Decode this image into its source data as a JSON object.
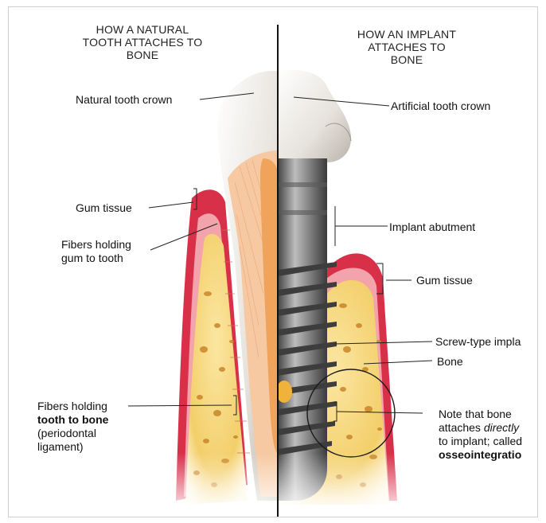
{
  "headers": {
    "left": [
      "HOW A NATURAL",
      "TOOTH ATTACHES TO",
      "BONE"
    ],
    "right": [
      "HOW AN IMPLANT",
      "ATTACHES TO",
      "BONE"
    ]
  },
  "labels": {
    "natural_crown": "Natural tooth crown",
    "gum_tissue_left": "Gum tissue",
    "fibers_gum": [
      "Fibers holding",
      "gum to tooth"
    ],
    "fibers_bone": [
      "Fibers holding",
      "tooth to bone",
      "(periodontal",
      "ligament)"
    ],
    "artificial_crown": "Artificial tooth crown",
    "implant_abutment": "Implant abutment",
    "gum_tissue_right": "Gum tissue",
    "screw_implant": "Screw-type impla",
    "bone": "Bone",
    "note": {
      "line1": "Note that bone",
      "line2_pre": "attaches ",
      "line2_em": "directly",
      "line3": "to implant; called",
      "line4": "osseointegratio"
    }
  },
  "colors": {
    "gum": "#d9304a",
    "bone": "#f3cf6a",
    "bone_dark": "#c8862a",
    "enamel": "#f0ede8",
    "dentin": "#f6c9a2",
    "metal": "#7e7e80"
  }
}
